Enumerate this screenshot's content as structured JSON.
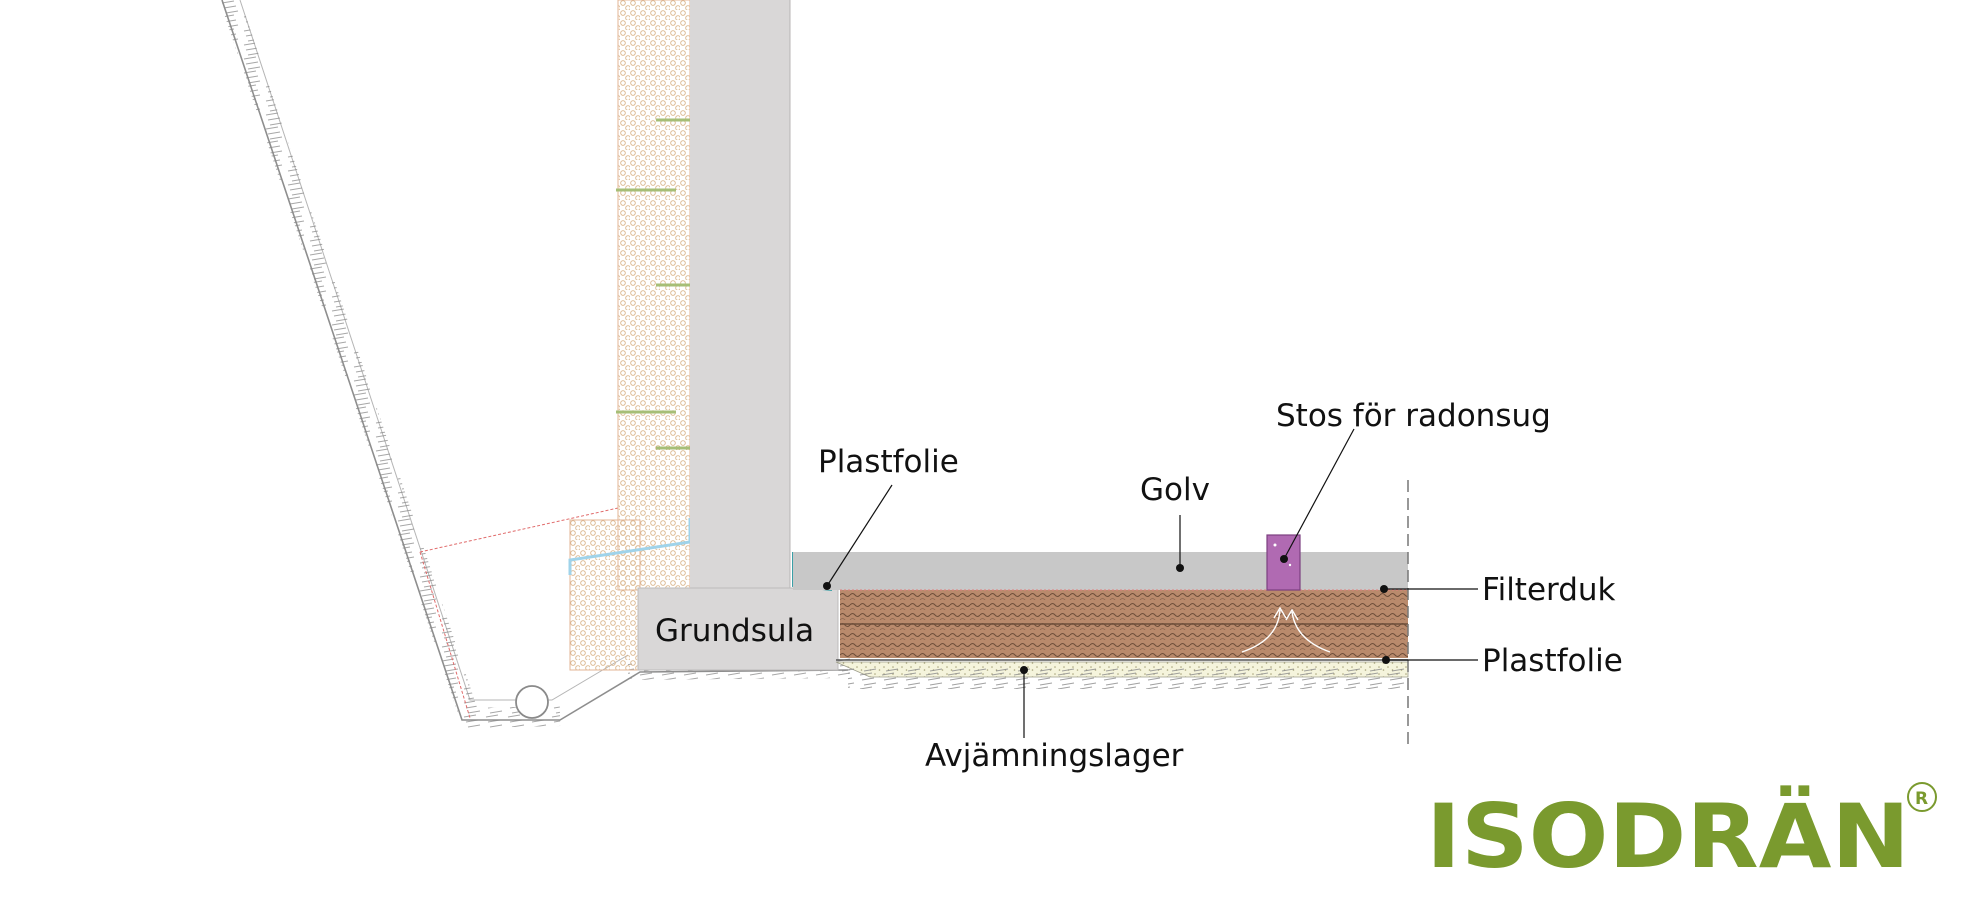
{
  "labels": {
    "stos": "Stos för radonsug",
    "plastfolie_top": "Plastfolie",
    "golv": "Golv",
    "filterduk": "Filterduk",
    "grundsula": "Grundsula",
    "plastfolie_bottom": "Plastfolie",
    "avjamningslager": "Avjämningslager"
  },
  "brand": {
    "logo_text": "ISODRÄN",
    "registered_mark": "®",
    "color": "#7a9a2e"
  },
  "colors": {
    "concrete_wall": "#d9d7d7",
    "floor_slab": "#c8c8c8",
    "insulation_board": "#f3e7d6",
    "drainage_board": "#b78a6b",
    "leveling_layer": "#f3f2d8",
    "radon_pipe": "#b06ab2",
    "membrane": "#9fd3ea",
    "soil_line": "#7f7f7f"
  }
}
